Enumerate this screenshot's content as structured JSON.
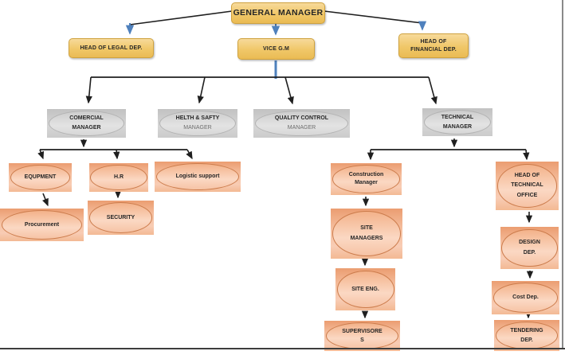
{
  "title": "Organization chart",
  "colors": {
    "gold_fill": "#f0c768",
    "gold_border": "#cfa23e",
    "gray_fill": "#cdcdcd",
    "salmon_fill": "#f3b28a",
    "salmon_stroke": "#cc7c4c",
    "connector_black": "#1f1f1f",
    "connector_blue": "#4f81bd",
    "page_border": "#3d3d3d"
  },
  "nodes": {
    "general_manager": {
      "label": "GENERAL MANAGER"
    },
    "head_legal": {
      "label": "HEAD OF LEGAL DEP."
    },
    "vice_gm": {
      "label": "VICE G.M"
    },
    "head_financial": {
      "line1": "HEAD OF",
      "line2": "FINANCIAL DEP."
    },
    "comercial": {
      "line1": "COMERCIAL",
      "line2": "MANAGER"
    },
    "helth_safty": {
      "line1": "HELTH & SAFTY",
      "line2": "MANAGER"
    },
    "quality": {
      "line1": "QUALITY CONTROL",
      "line2": "MANAGER"
    },
    "technical": {
      "line1": "TECHNICAL",
      "line2": "MANAGER"
    },
    "equpment": {
      "label": "EQUPMENT"
    },
    "hr": {
      "label": "H.R"
    },
    "logistic": {
      "label": "Logistic support"
    },
    "procurement": {
      "label": "Procurement"
    },
    "security": {
      "label": "SECURITY"
    },
    "construction": {
      "line1": "Construction",
      "line2": "Manager"
    },
    "head_tech_office": {
      "line1": "HEAD OF",
      "line2": "TECHNICAL",
      "line3": "OFFICE"
    },
    "site_managers": {
      "line1": "SITE",
      "line2": "MANAGERS"
    },
    "design_dep": {
      "line1": "DESIGN",
      "line2": "DEP."
    },
    "site_eng": {
      "label": "SITE ENG."
    },
    "supervisores": {
      "line1": "SUPERVISORE",
      "line2": "S"
    },
    "cost_dep": {
      "label": "Cost Dep."
    },
    "tendering": {
      "line1": "TENDERING",
      "line2": "DEP."
    }
  }
}
